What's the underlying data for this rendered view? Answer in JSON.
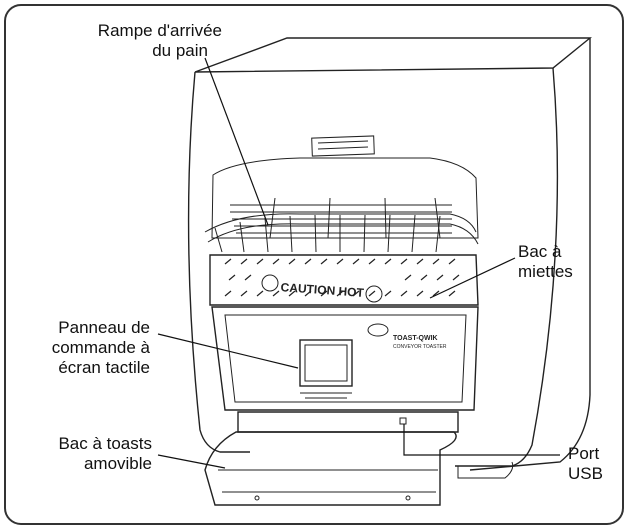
{
  "labels": {
    "bread_ramp": [
      "Rampe d'arrivée",
      "du pain"
    ],
    "crumb_tray": [
      "Bac à",
      "miettes"
    ],
    "control_panel": [
      "Panneau de",
      "commande à",
      "écran tactile"
    ],
    "toast_tray": [
      "Bac à toasts",
      "amovible"
    ],
    "usb_port": [
      "Port",
      "USB"
    ]
  },
  "device_markings": {
    "caution": "CAUTION  HOT",
    "brand_model": "TOAST-QWIK",
    "model_subtitle": "CONVEYOR TOASTER"
  },
  "colors": {
    "outline": "#222222",
    "background": "#ffffff",
    "frame": "#333333"
  }
}
